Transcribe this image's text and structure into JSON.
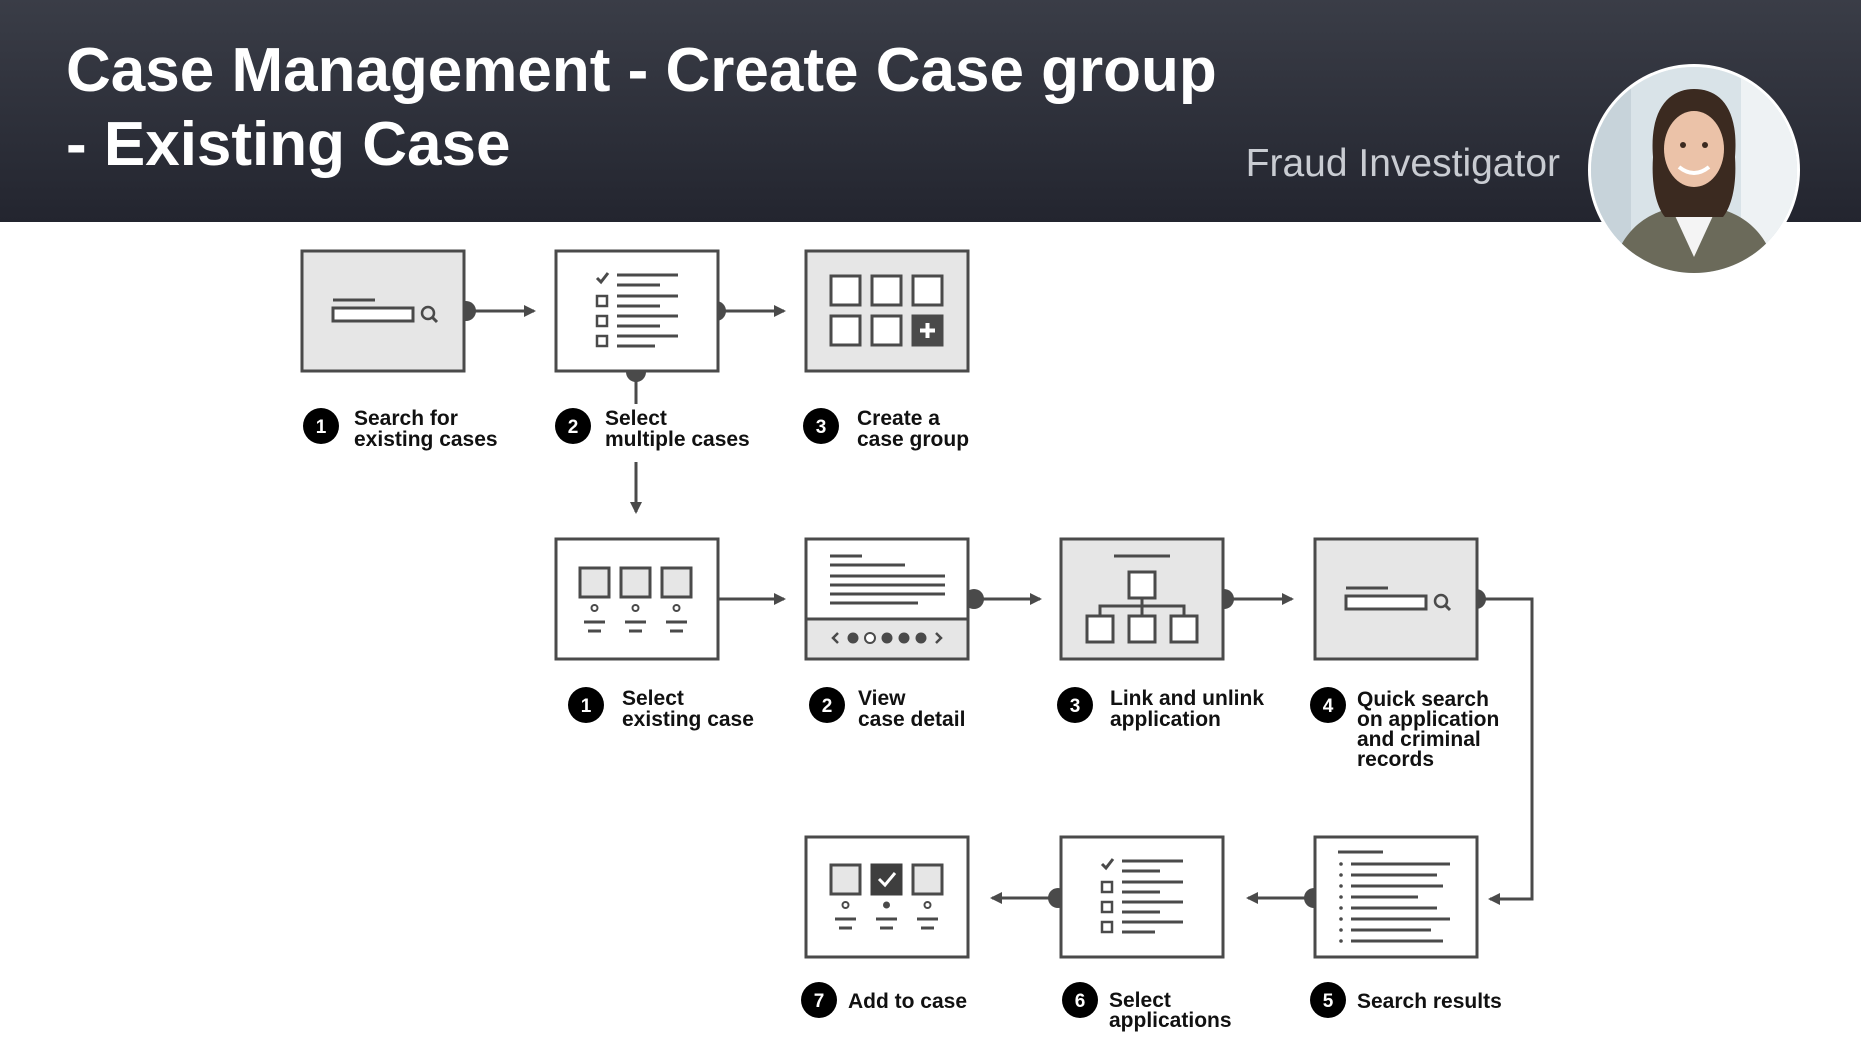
{
  "header": {
    "title_line1": "Case Management - Create Case group",
    "title_line2": "- Existing Case",
    "role": "Fraud Investigator",
    "avatar": "fraud-investigator-photo"
  },
  "colors": {
    "header_bg": "#2b2d37",
    "node_fill": "#e6e6e6",
    "stroke": "#4a4a4a",
    "badge": "#000000"
  },
  "flow1": {
    "steps": [
      {
        "num": "1",
        "label": "Search for\nexisting cases",
        "icon": "search-screen-icon"
      },
      {
        "num": "2",
        "label": "Select\nmultiple cases",
        "icon": "checklist-screen-icon"
      },
      {
        "num": "3",
        "label": "Create a\ncase group",
        "icon": "grid-add-screen-icon"
      }
    ]
  },
  "flow2": {
    "steps": [
      {
        "num": "1",
        "label": "Select\nexisting case",
        "icon": "cards-screen-icon"
      },
      {
        "num": "2",
        "label": "View\ncase detail",
        "icon": "detail-carousel-screen-icon"
      },
      {
        "num": "3",
        "label": "Link and unlink\napplication",
        "icon": "hierarchy-screen-icon"
      },
      {
        "num": "4",
        "label": "Quick search\non application\nand criminal\nrecords",
        "icon": "search-screen-icon"
      },
      {
        "num": "5",
        "label": "Search results",
        "icon": "results-list-screen-icon"
      },
      {
        "num": "6",
        "label": "Select\napplications",
        "icon": "checklist-screen-icon"
      },
      {
        "num": "7",
        "label": "Add to case",
        "icon": "cards-checked-screen-icon"
      }
    ]
  }
}
